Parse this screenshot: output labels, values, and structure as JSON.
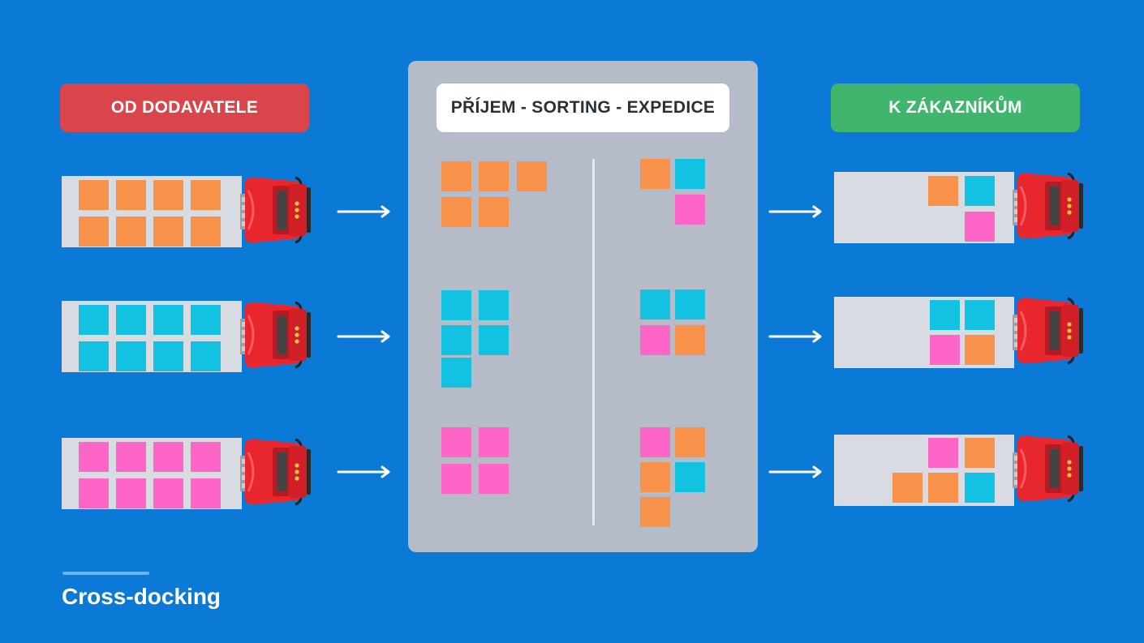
{
  "labels": {
    "supplier": "OD DODAVATELE",
    "hub": "PŘÍJEM - SORTING - EXPEDICE",
    "customers": "K ZÁKAZNÍKŮM"
  },
  "caption": "Cross-docking",
  "colors": {
    "background": "#0b79d6",
    "supplier_label": "#d9454a",
    "customers_label": "#3fb56d",
    "hub": "#b5bcc8",
    "truck_cab": "#e8262e",
    "trailer": "#d8dce2",
    "orange": "#f8924a",
    "cyan": "#13c1e1",
    "pink": "#fd66c6"
  },
  "inbound_trucks": [
    {
      "cargo": [
        "orange",
        "orange",
        "orange",
        "orange",
        "orange",
        "orange",
        "orange",
        "orange"
      ]
    },
    {
      "cargo": [
        "cyan",
        "cyan",
        "cyan",
        "cyan",
        "cyan",
        "cyan",
        "cyan",
        "cyan"
      ]
    },
    {
      "cargo": [
        "pink",
        "pink",
        "pink",
        "pink",
        "pink",
        "pink",
        "pink",
        "pink"
      ]
    }
  ],
  "receiving_zones": [
    {
      "items": [
        "orange",
        "orange",
        "orange",
        "orange",
        "orange"
      ]
    },
    {
      "items": [
        "cyan",
        "cyan",
        "cyan",
        "cyan",
        "cyan"
      ]
    },
    {
      "items": [
        "pink",
        "pink",
        "pink",
        "pink"
      ]
    }
  ],
  "dispatch_zones": [
    {
      "items": [
        "orange",
        "cyan",
        "pink"
      ]
    },
    {
      "items": [
        "cyan",
        "cyan",
        "pink",
        "orange"
      ]
    },
    {
      "items": [
        "pink",
        "orange",
        "orange",
        "cyan",
        "orange"
      ]
    }
  ],
  "outbound_trucks": [
    {
      "cargo": [
        "orange",
        "cyan",
        "pink"
      ]
    },
    {
      "cargo": [
        "cyan",
        "cyan",
        "pink",
        "orange"
      ]
    },
    {
      "cargo": [
        "pink",
        "orange",
        "orange",
        "orange",
        "cyan"
      ]
    }
  ]
}
